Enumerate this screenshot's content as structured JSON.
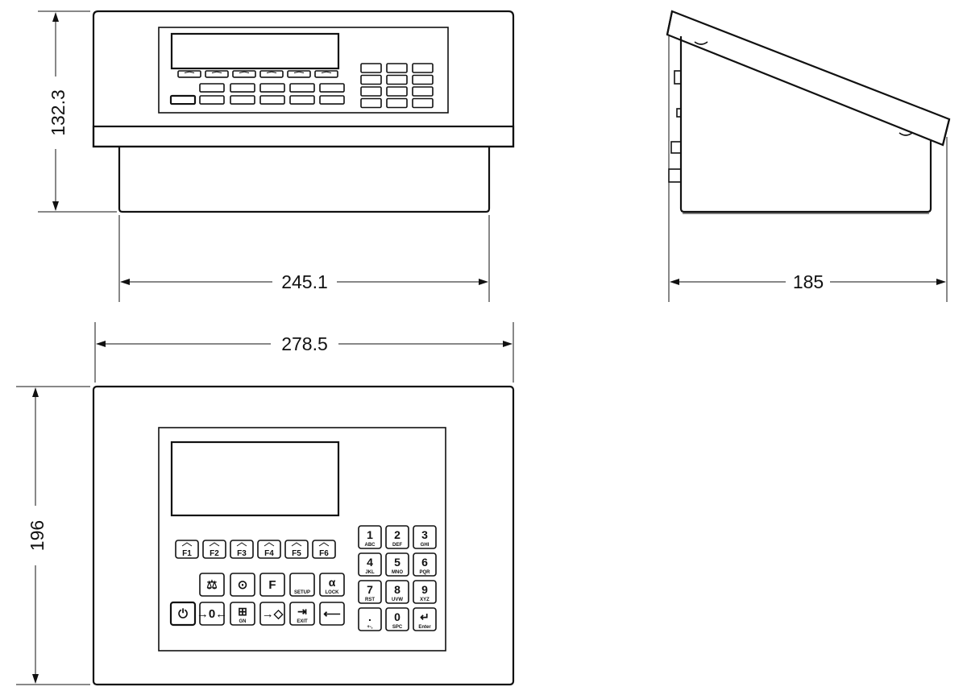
{
  "dimensions": {
    "front_height": "132.3",
    "front_base_width": "245.1",
    "side_depth": "185",
    "panel_width": "278.5",
    "panel_height": "196"
  },
  "function_keys": [
    "F1",
    "F2",
    "F3",
    "F4",
    "F5",
    "F6"
  ],
  "control_keys_row1": [
    {
      "name": "weighing-scale-key",
      "symbol": "⚖",
      "label": ""
    },
    {
      "name": "zero-key",
      "symbol": "⊙",
      "label": ""
    },
    {
      "name": "function-f-key",
      "symbol": "F",
      "label": ""
    },
    {
      "name": "setup-key",
      "symbol": "",
      "label": "SETUP"
    },
    {
      "name": "alpha-lock-key",
      "symbol": "α",
      "label": "LOCK"
    }
  ],
  "control_keys_row2": [
    {
      "name": "power-key",
      "symbol": "⏻",
      "label": ""
    },
    {
      "name": "zero-set-key",
      "symbol": "→0←",
      "label": ""
    },
    {
      "name": "gross-net-key",
      "symbol": "⊞",
      "label": "GN"
    },
    {
      "name": "tare-key",
      "symbol": "→◇",
      "label": ""
    },
    {
      "name": "exit-key",
      "symbol": "⇥",
      "label": "EXIT"
    },
    {
      "name": "backspace-key",
      "symbol": "⟵",
      "label": ""
    }
  ],
  "numpad": [
    {
      "main": "1",
      "sub": "ABC"
    },
    {
      "main": "2",
      "sub": "DEF"
    },
    {
      "main": "3",
      "sub": "GHI"
    },
    {
      "main": "4",
      "sub": "JKL"
    },
    {
      "main": "5",
      "sub": "MNO"
    },
    {
      "main": "6",
      "sub": "PQR"
    },
    {
      "main": "7",
      "sub": "RST"
    },
    {
      "main": "8",
      "sub": "UVW"
    },
    {
      "main": "9",
      "sub": "XYZ"
    },
    {
      "main": ".",
      "sub": "+-,"
    },
    {
      "main": "0",
      "sub": "SPC"
    },
    {
      "main": "↵",
      "sub": "Enter"
    }
  ]
}
